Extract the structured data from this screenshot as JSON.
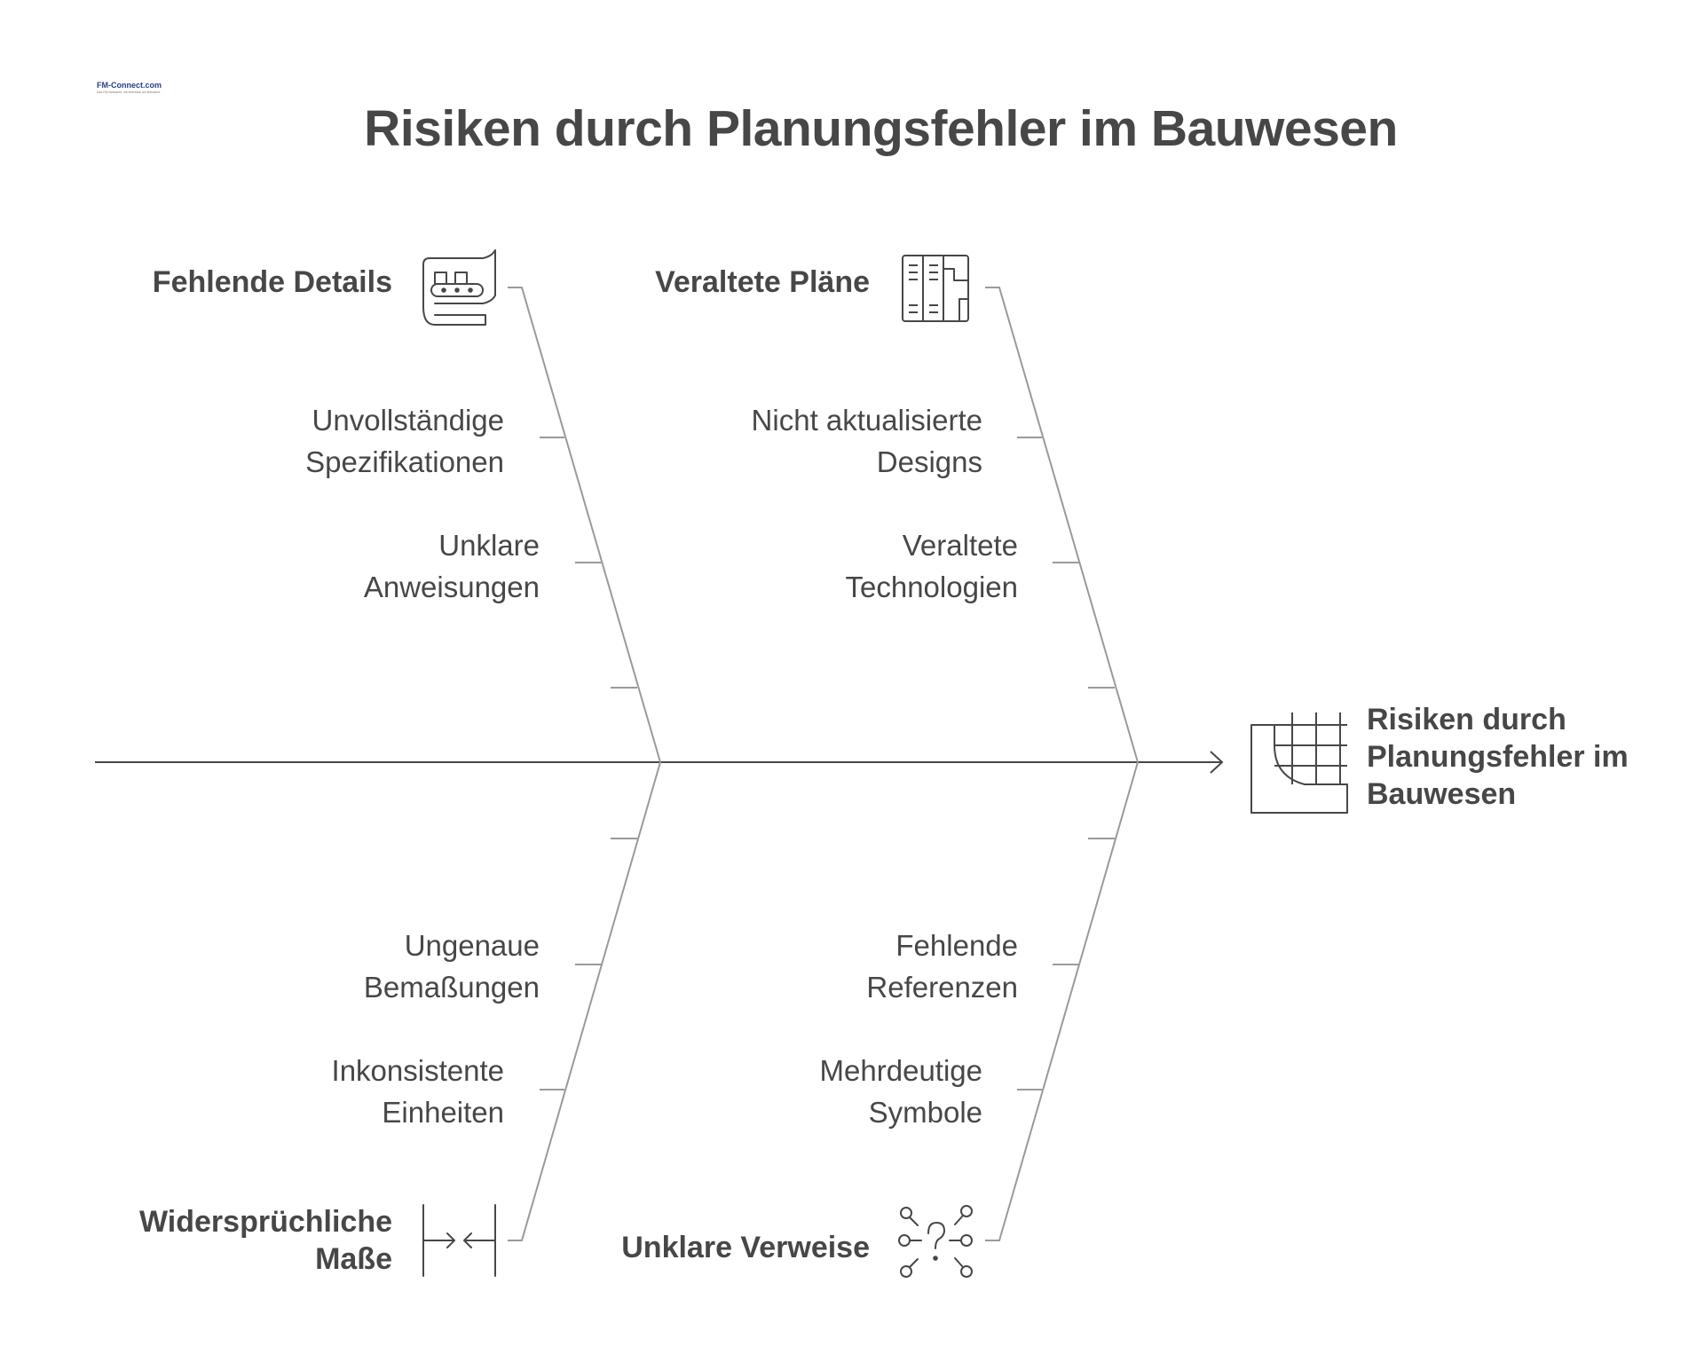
{
  "logo": {
    "text": "FM-Connect.com",
    "tagline": "Das FM-Netzwerk, mit Interesse am Netzwerk"
  },
  "title": "Risiken durch Planungsfehler im Bauwesen",
  "effect": {
    "line1": "Risiken durch",
    "line2": "Planungsfehler im",
    "line3": "Bauwesen",
    "icon": "floor-plan-icon"
  },
  "categories": {
    "fehlende_details": {
      "label": "Fehlende Details",
      "icon": "blueprint-scroll-icon",
      "causes": [
        [
          "Unvollständige",
          "Spezifikationen"
        ],
        [
          "Unklare",
          "Anweisungen"
        ]
      ]
    },
    "veraltete_plaene": {
      "label": "Veraltete Pläne",
      "icon": "building-plan-icon",
      "causes": [
        [
          "Nicht aktualisierte",
          "Designs"
        ],
        [
          "Veraltete",
          "Technologien"
        ]
      ]
    },
    "widerspruechliche_masse": {
      "label1": "Widersprüchliche",
      "label2": "Maße",
      "icon": "dimension-arrows-icon",
      "causes": [
        [
          "Ungenaue",
          "Bemaßungen"
        ],
        [
          "Inkonsistente",
          "Einheiten"
        ]
      ]
    },
    "unklare_verweise": {
      "label": "Unklare Verweise",
      "icon": "question-network-icon",
      "causes": [
        [
          "Fehlende",
          "Referenzen"
        ],
        [
          "Mehrdeutige",
          "Symbole"
        ]
      ]
    }
  },
  "colors": {
    "text": "#474747",
    "lines": "#9a9a9a",
    "spine": "#474747",
    "icons": "#474747"
  }
}
